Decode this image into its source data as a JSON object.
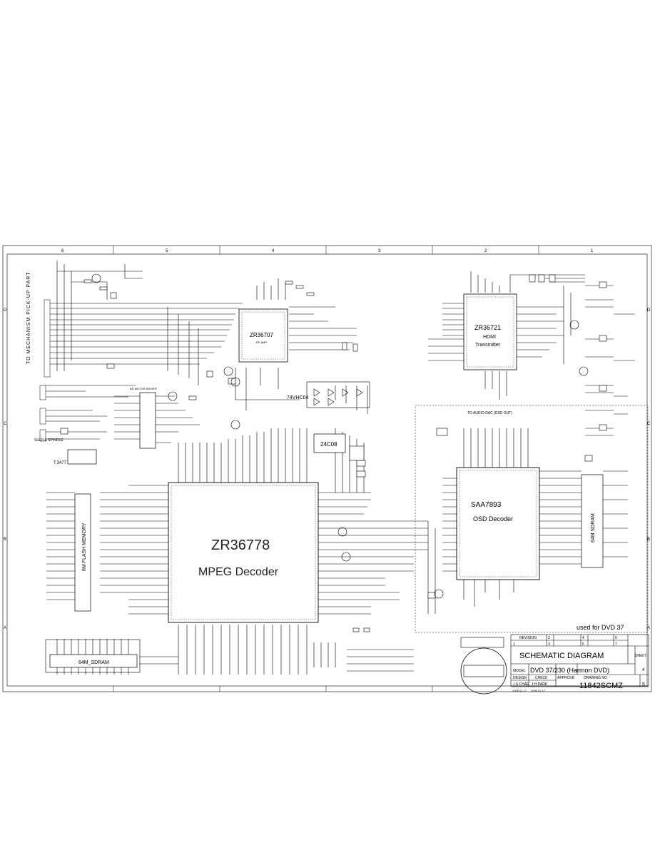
{
  "frame": {
    "columns": [
      "6",
      "5",
      "4",
      "3",
      "2",
      "1"
    ],
    "rows": [
      "D",
      "C",
      "B",
      "A"
    ]
  },
  "side_label": "TO MECHANISM PICK-UP PART",
  "chips": {
    "zr36707": {
      "label": "ZR36707",
      "sub": "RF AMP"
    },
    "zr36721": {
      "label": "ZR36721",
      "sub1": "HDMI",
      "sub2": "Transmitter"
    },
    "zr36778": {
      "label": "ZR36778",
      "sub": "MPEG Decoder"
    },
    "saa7893": {
      "label": "SAA7893",
      "sub": "OSD Decoder"
    },
    "hc04": {
      "label": "74VHC04"
    },
    "eeprom": {
      "label": "24C08"
    },
    "motor": {
      "label": "BD MOTOR DRIVER"
    },
    "flash": {
      "label": "8M FLASH MEMORY"
    },
    "sdram_a": {
      "label": "64M_SDRAM"
    },
    "sdram_b": {
      "label": "64M SDRAM"
    },
    "t3477": {
      "label": "T.3477"
    }
  },
  "notes": {
    "audio_dac": "TO AUDIO DAC (DSD OUT)",
    "used_for": "used for DVD 37",
    "sled": "SLED & SPINDLE"
  },
  "title_block": {
    "revision_label": "REVISION",
    "rev_cells": [
      "1",
      "2",
      "3",
      "4",
      "5",
      "6",
      "7"
    ],
    "title": "SCHEMATIC DIAGRAM",
    "sheet_label": "SHEET",
    "sheet_value": "4",
    "model_label": "MODEL",
    "model_value": "DVD 37/230 (Harmon DVD)",
    "design_label": "DESIGN",
    "check_label": "CHECK",
    "approve_label": "APPROVE",
    "drawing_label": "DRAWING NO",
    "designer": "J.S CHAE",
    "checker": "J.H PARK",
    "date1": "2006.01.17",
    "date2": "2006.01.17",
    "drawing_no": "11842SCMZ",
    "page": "5"
  }
}
